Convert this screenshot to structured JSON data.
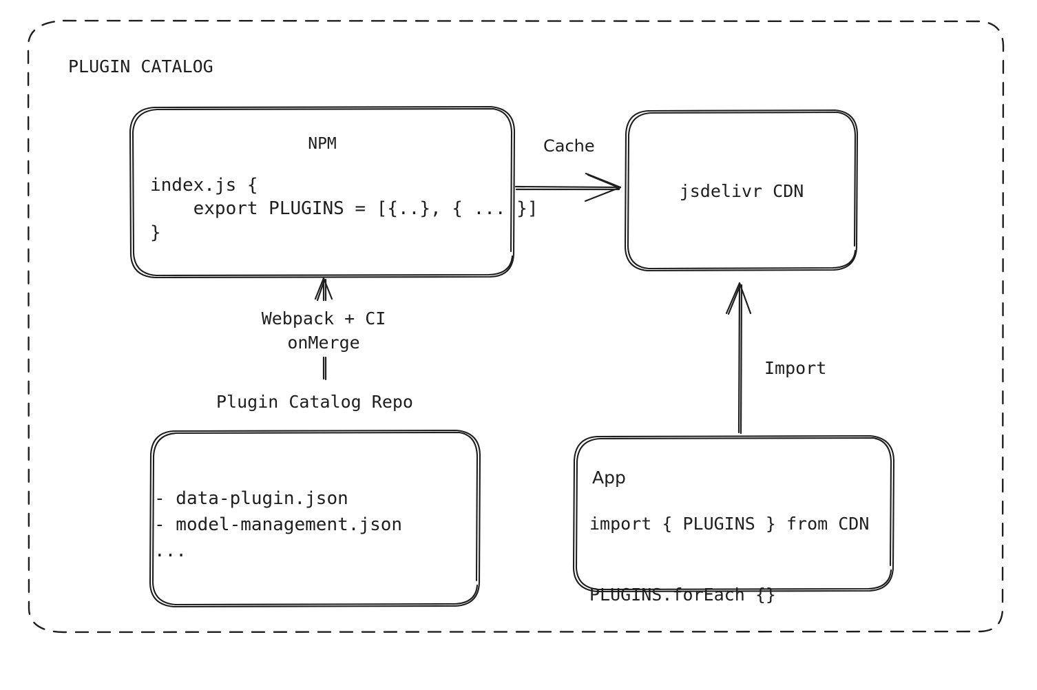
{
  "diagram": {
    "title": "PLUGIN CATALOG",
    "colors": {
      "stroke": "#1e1e1e",
      "background": "#ffffff"
    },
    "nodes": {
      "npm": {
        "title": "NPM",
        "code": "index.js {\n    export PLUGINS = [{..}, { ... }]\n}"
      },
      "cdn": {
        "title": "jsdelivr CDN"
      },
      "repo": {
        "label": "Plugin Catalog Repo",
        "files": "- data-plugin.json\n- model-management.json\n..."
      },
      "app": {
        "title": "App",
        "code": "import { PLUGINS } from CDN\n\nPLUGINS.forEach {}"
      }
    },
    "edges": {
      "cache": "Cache",
      "webpack": "Webpack + CI\nonMerge",
      "import": "Import"
    }
  }
}
